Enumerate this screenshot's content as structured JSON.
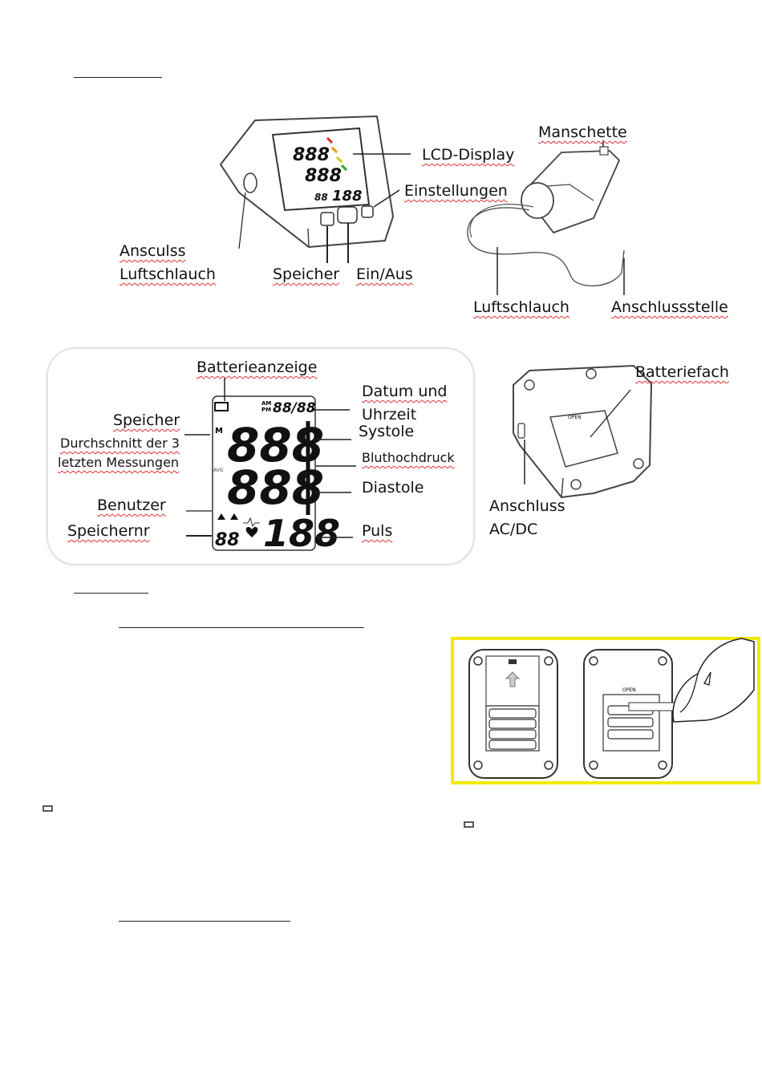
{
  "overview": {
    "lcd_display": "LCD-Display",
    "manschette": "Manschette",
    "einstellungen": "Einstellungen",
    "anschluss_luftschlauch_1": "Ansculss",
    "anschluss_luftschlauch_2": "Luftschlauch",
    "speicher": "Speicher",
    "ein_aus": "Ein/Aus",
    "luftschlauch": "Luftschlauch",
    "anschlussstelle": "Anschlussstelle"
  },
  "display": {
    "batterieanzeige": "Batterieanzeige",
    "datum_1": "Datum und",
    "datum_2": "Uhrzeit",
    "speicher": "Speicher",
    "durchschnitt_1": "Durchschnitt der 3",
    "durchschnitt_2": "letzten Messungen",
    "systole": "Systole",
    "bluthochdruck": "Bluthochdruck",
    "diastole": "Diastole",
    "benutzer": "Benutzer",
    "speichernr": "Speichernr",
    "puls": "Puls",
    "lcd_am": "AM",
    "lcd_pm": "PM",
    "lcd_time": "88/88",
    "lcd_m": "M",
    "lcd_sys": "888",
    "lcd_dia": "888",
    "lcd_avg": "AVG",
    "lcd_mem": "88",
    "lcd_pulse": "188"
  },
  "back": {
    "batteriefach": "Batteriefach",
    "anschluss_acdc_1": "Anschluss",
    "anschluss_acdc_2": "AC/DC",
    "open_label": "OPEN"
  }
}
